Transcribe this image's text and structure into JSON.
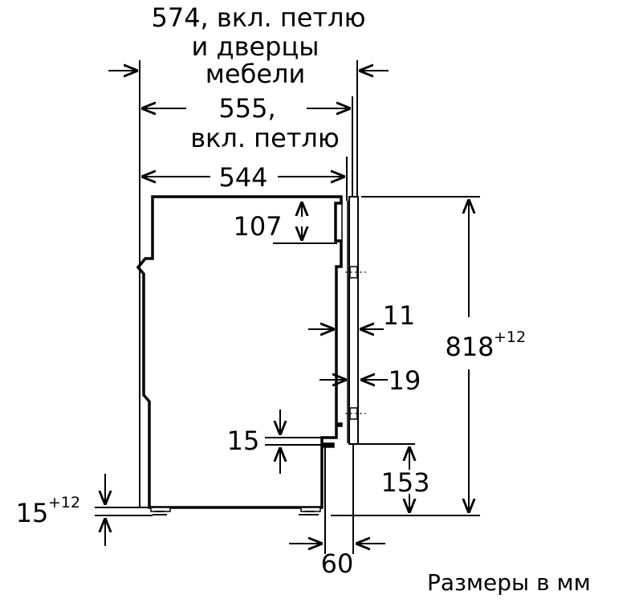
{
  "labels": {
    "width_with_door_line1": "574, вкл. петлю",
    "width_with_door_line2": "и дверцы",
    "width_with_door_line3": "мебели",
    "width_with_hinge_line1": "555,",
    "width_with_hinge_line2": "вкл. петлю",
    "body_width": "544",
    "top_offset": "107",
    "gap_11": "11",
    "gap_19": "19",
    "height_main": "818",
    "height_tol": "+12",
    "step_15": "15",
    "bottom_153": "153",
    "feet_15": "15",
    "feet_tol": "+12",
    "bottom_60": "60",
    "footer": "Размеры в мм"
  }
}
